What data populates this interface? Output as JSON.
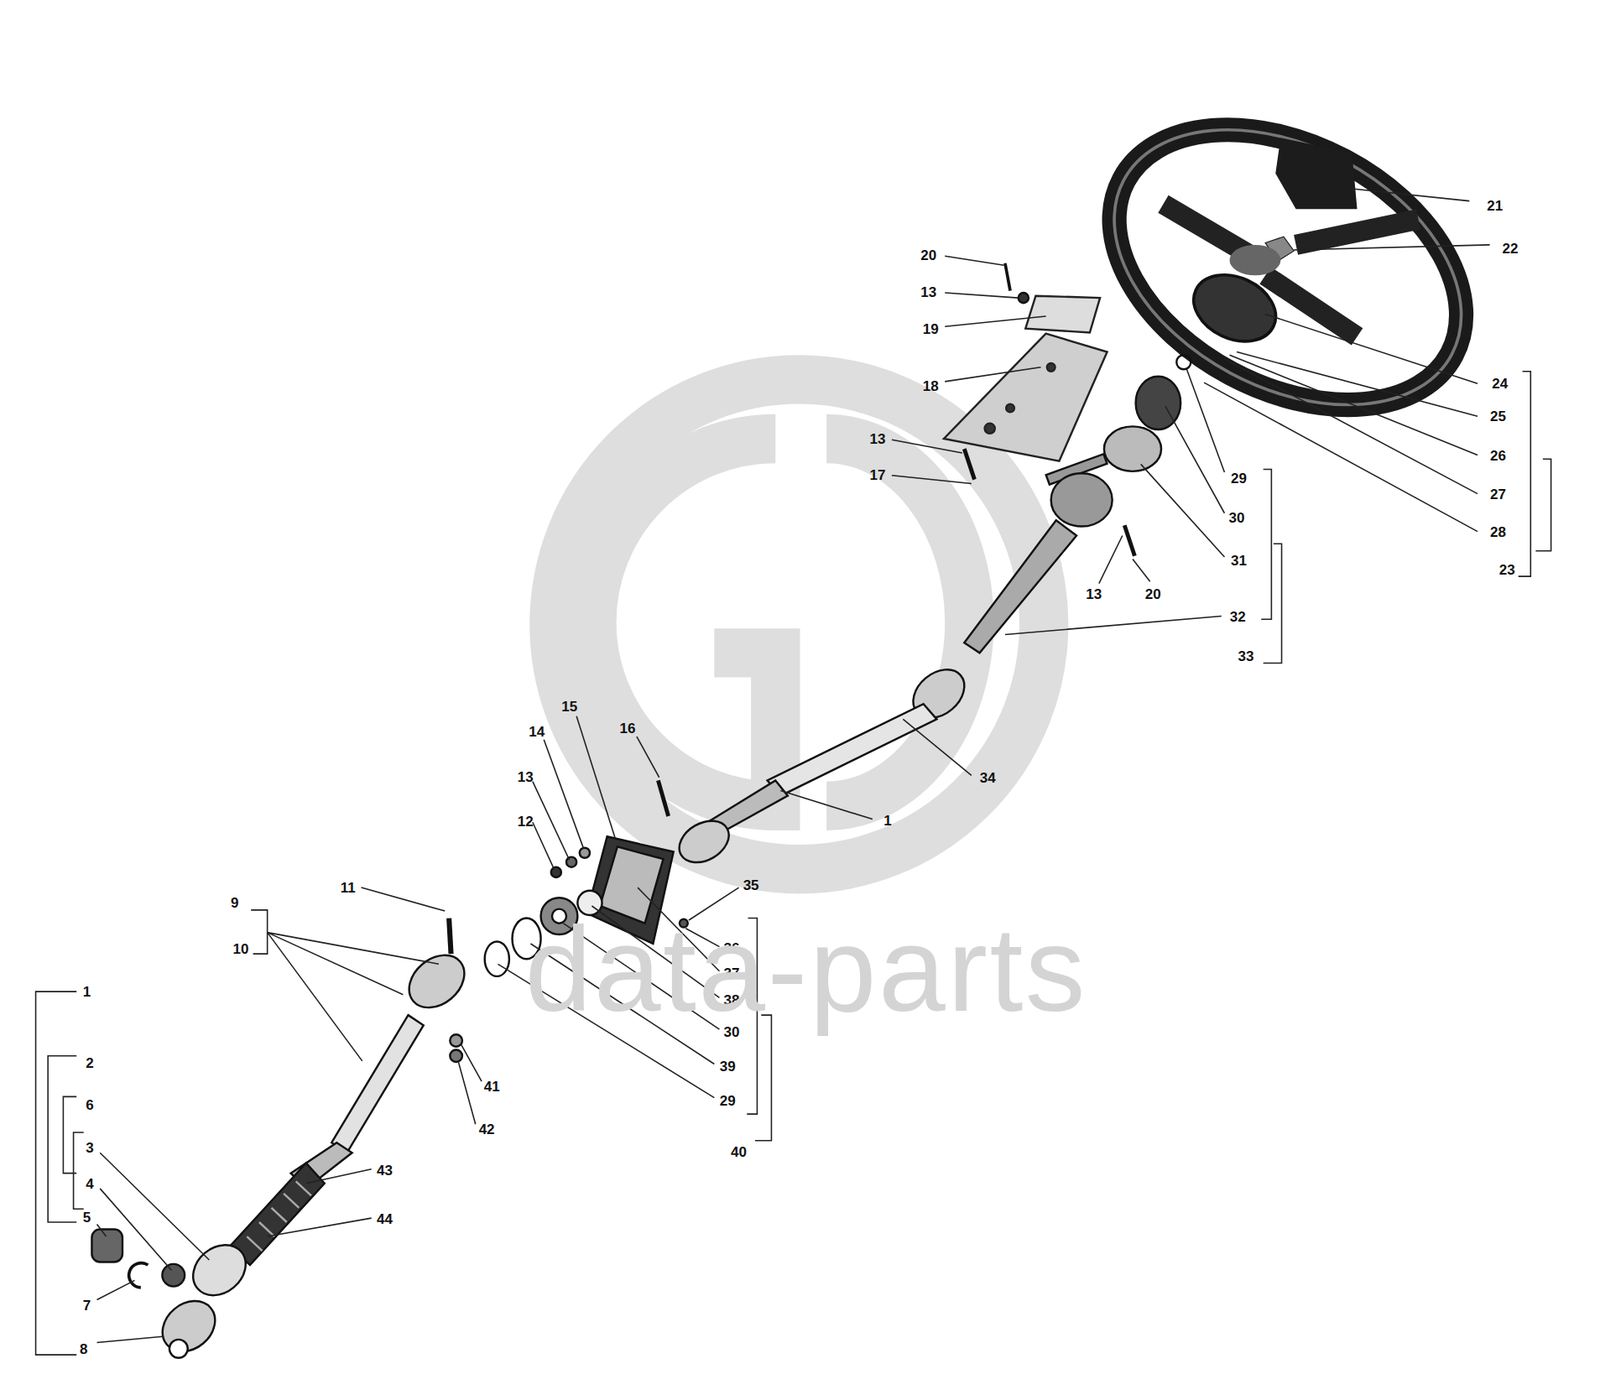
{
  "diagram": {
    "labels": [
      "21",
      "22",
      "20",
      "13",
      "19",
      "18",
      "24",
      "25",
      "26",
      "27",
      "28",
      "23",
      "13",
      "17",
      "29",
      "30",
      "31",
      "13",
      "20",
      "32",
      "33",
      "34",
      "1",
      "15",
      "16",
      "14",
      "13",
      "12",
      "35",
      "11",
      "9",
      "10",
      "36",
      "37",
      "38",
      "30",
      "39",
      "29",
      "41",
      "42",
      "40",
      "1",
      "2",
      "6",
      "3",
      "4",
      "5",
      "43",
      "44",
      "7",
      "8",
      "data-parts"
    ]
  }
}
